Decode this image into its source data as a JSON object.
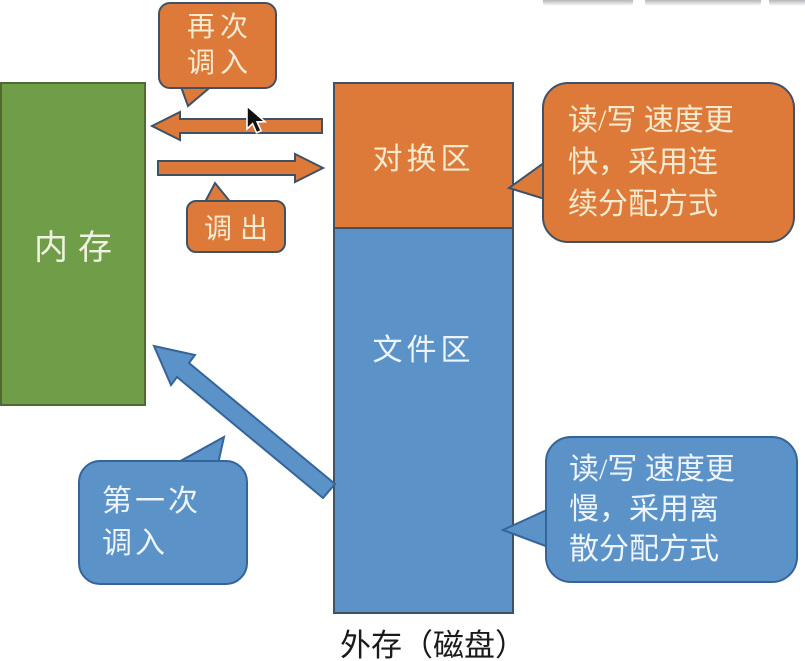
{
  "colors": {
    "orange": "#dd7a3a",
    "green": "#6f9d48",
    "blue": "#5b92c8",
    "outline": "#3f5265",
    "blue-outline": "#35649a",
    "cream": "#f4ead0",
    "white-text": "#edf4fb",
    "label-black": "#1a1a1a"
  },
  "memory": {
    "label": "内存"
  },
  "storage": {
    "swap_label": "对换区",
    "file_label": "文件区",
    "caption": "外存（磁盘）"
  },
  "bubbles": {
    "reload": {
      "line1": "再次",
      "line2": "调入"
    },
    "swap_out": {
      "label": "调出"
    },
    "first_load": {
      "line1": "第一次",
      "line2": "调入"
    },
    "swap_note": {
      "line1": "读/写 速度更",
      "line2": "快，采用连",
      "line3": "续分配方式"
    },
    "file_note": {
      "line1": "读/写 速度更",
      "line2": "慢，采用离",
      "line3": "散分配方式"
    }
  },
  "icons": {
    "cursor": "mouse-pointer"
  }
}
